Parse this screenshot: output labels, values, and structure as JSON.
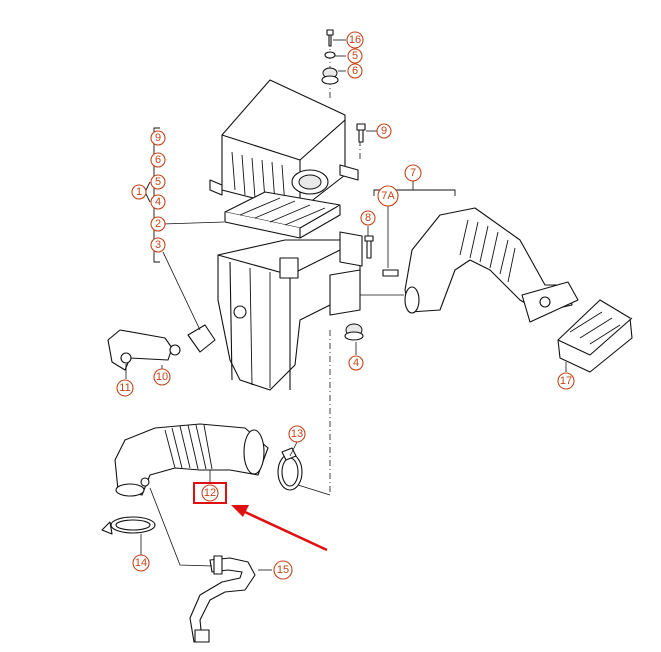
{
  "callouts": {
    "p16": "16",
    "p5_top": "5",
    "p6_top": "6",
    "p9_screw": "9",
    "p7": "7",
    "p7a": "7A",
    "p8": "8",
    "p9_list": "9",
    "p6_list": "6",
    "p1": "1",
    "p5_list": "5",
    "p4_list": "4",
    "p2": "2",
    "p3": "3",
    "p4_grommet": "4",
    "p11": "11",
    "p10": "10",
    "p13": "13",
    "p12": "12",
    "p14": "14",
    "p15": "15",
    "p17": "17"
  },
  "colors": {
    "callout": "#c0461b",
    "highlight": "#e01010",
    "line": "#111111"
  },
  "highlighted_part": "12"
}
